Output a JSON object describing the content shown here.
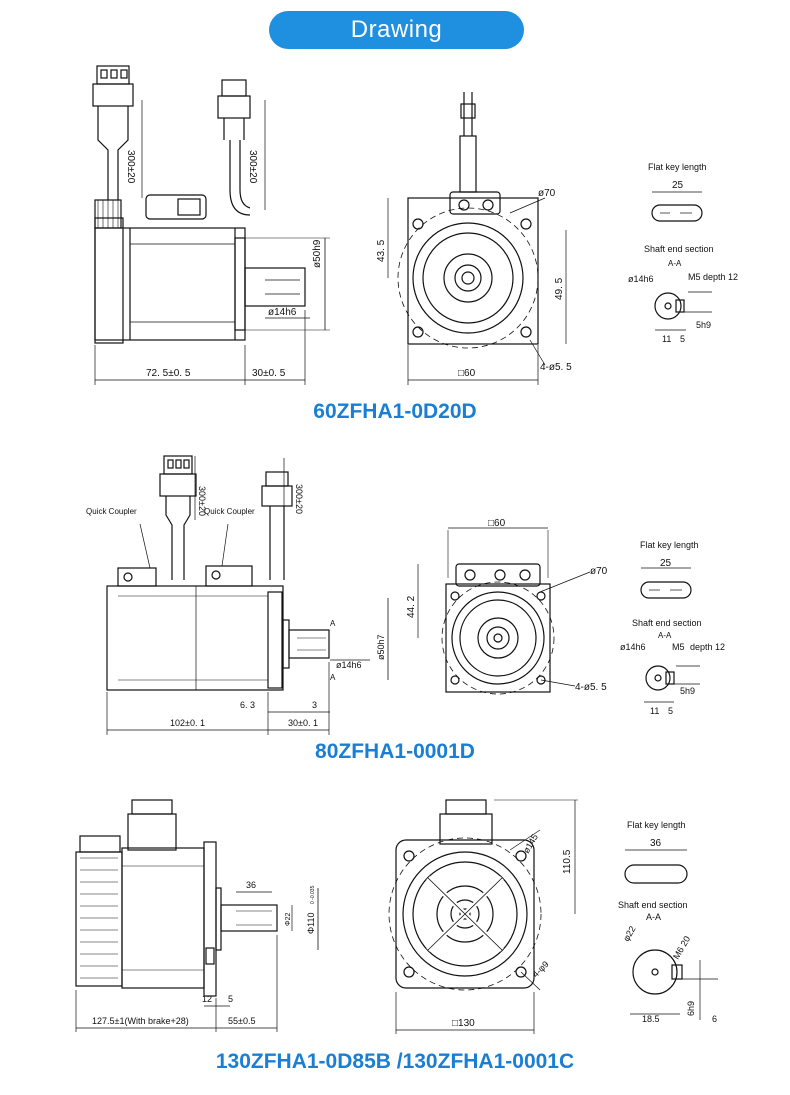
{
  "header": {
    "title": "Drawing"
  },
  "sections": [
    {
      "model": "60ZFHA1-0D20D",
      "side": {
        "cable_1": "300±20",
        "cable_2": "300±20",
        "body_length": "72. 5±0. 5",
        "shaft_length": "30±0. 5",
        "spigot_dia": "ø50h9",
        "shaft_dia": "ø14h6"
      },
      "front": {
        "pcd": "ø70",
        "height_top": "43. 5",
        "height_right": "49. 5",
        "square": "□60",
        "holes": "4-ø5. 5"
      },
      "key": {
        "flat_key_title": "Flat key length",
        "flat_key_len": "25",
        "shaft_title": "Shaft end section",
        "section": "A-A",
        "shaft_dia": "ø14h6",
        "thread": "M5 depth 12",
        "key_w": "5h9",
        "dim_a": "11",
        "dim_b": "5"
      }
    },
    {
      "model": "80ZFHA1-0001D",
      "side": {
        "cable_1": "300±20",
        "cable_2": "300±20",
        "coupler_1": "Quick Coupler",
        "coupler_2": "Quick Coupler",
        "body_length": "102±0. 1",
        "shaft_length": "30±0. 1",
        "flange": "6. 3",
        "step": "3",
        "spigot_dia": "ø50h7",
        "shaft_dia": "ø14h6",
        "sec_a": "A"
      },
      "front": {
        "square": "□60",
        "pcd": "ø70",
        "height": "44. 2",
        "holes": "4-ø5. 5"
      },
      "key": {
        "flat_key_title": "Flat key length",
        "flat_key_len": "25",
        "shaft_title": "Shaft end section",
        "section": "A-A",
        "shaft_dia": "ø14h6",
        "thread_m": "M5",
        "thread_d": "depth 12",
        "key_w": "5h9",
        "dim_a": "11",
        "dim_b": "5"
      }
    },
    {
      "model": "130ZFHA1-0D85B /130ZFHA1-0001C",
      "side": {
        "body_length": "127.5±1(With brake+28)",
        "shaft_length": "55±0.5",
        "flange": "12",
        "step": "5",
        "key_len": "36",
        "spigot_dia": "Φ110",
        "spigot_tol": "0 -0.035",
        "shaft_dia": "Φ22"
      },
      "front": {
        "pcd": "ø145",
        "height": "110.5",
        "square": "□130",
        "holes": "4-φ9"
      },
      "key": {
        "flat_key_title": "Flat key length",
        "flat_key_len": "36",
        "shaft_title": "Shaft end section",
        "section": "A-A",
        "shaft_dia": "φ22",
        "thread": "M6 20",
        "key_w": "6h9",
        "dim_a": "18.5",
        "dim_b": "6"
      }
    }
  ]
}
